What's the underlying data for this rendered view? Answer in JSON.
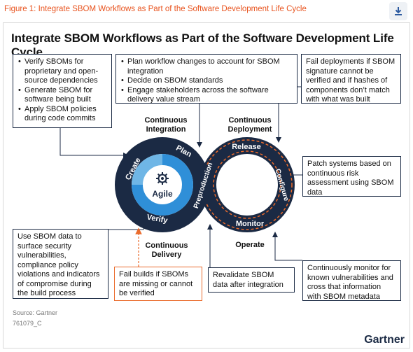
{
  "header": {
    "figure_title": "Figure 1: Integrate SBOM Workflows as Part of the Software Development Life Cycle",
    "download_icon": "download-icon"
  },
  "diagram": {
    "title": "Integrate SBOM Workflows as Part of the Software Development Life Cycle",
    "center_label": "Agile",
    "center_icon": "gear-icon",
    "stages": {
      "create": "Create",
      "plan": "Plan",
      "verify": "Verify",
      "preproduction": "Preproduction",
      "release": "Release",
      "configure": "Configure",
      "monitor": "Monitor"
    },
    "phases": {
      "ci": "Continuous Integration",
      "ci_line1": "Continuous",
      "ci_line2": "Integration",
      "cd_deploy_line1": "Continuous",
      "cd_deploy_line2": "Deployment",
      "cd_delivery_line1": "Continuous",
      "cd_delivery_line2": "Delivery",
      "operate": "Operate"
    },
    "boxes": {
      "create": [
        "Verify SBOMs for proprietary and open-source dependencies",
        "Generate SBOM for software being built",
        "Apply SBOM policies during code commits"
      ],
      "plan": [
        "Plan workflow changes to account for SBOM integration",
        "Decide on SBOM standards",
        "Engage stakeholders across the software delivery value stream"
      ],
      "release": "Fail deployments if SBOM signature cannot be verified and if hashes of components don’t match with what was built",
      "configure": "Patch systems based on continuous risk assessment using SBOM data",
      "verify": "Use SBOM data to surface security vulnerabilities, compliance policy violations and indicators of compromise during the build process",
      "delivery": "Fail builds if SBOMs are missing or cannot be verified",
      "preproduction": "Revalidate SBOM data after integration",
      "monitor": "Continuously monitor for known vulnerabilities and cross that information with SBOM metadata"
    }
  },
  "footer": {
    "source": "Source: Gartner",
    "id": "761079_C",
    "brand": "Gartner"
  },
  "colors": {
    "navy": "#1b2a44",
    "blue": "#2f8fd8",
    "light_blue": "#6fb6e6",
    "orange": "#ea6b2c",
    "title_orange": "#e8531e"
  }
}
